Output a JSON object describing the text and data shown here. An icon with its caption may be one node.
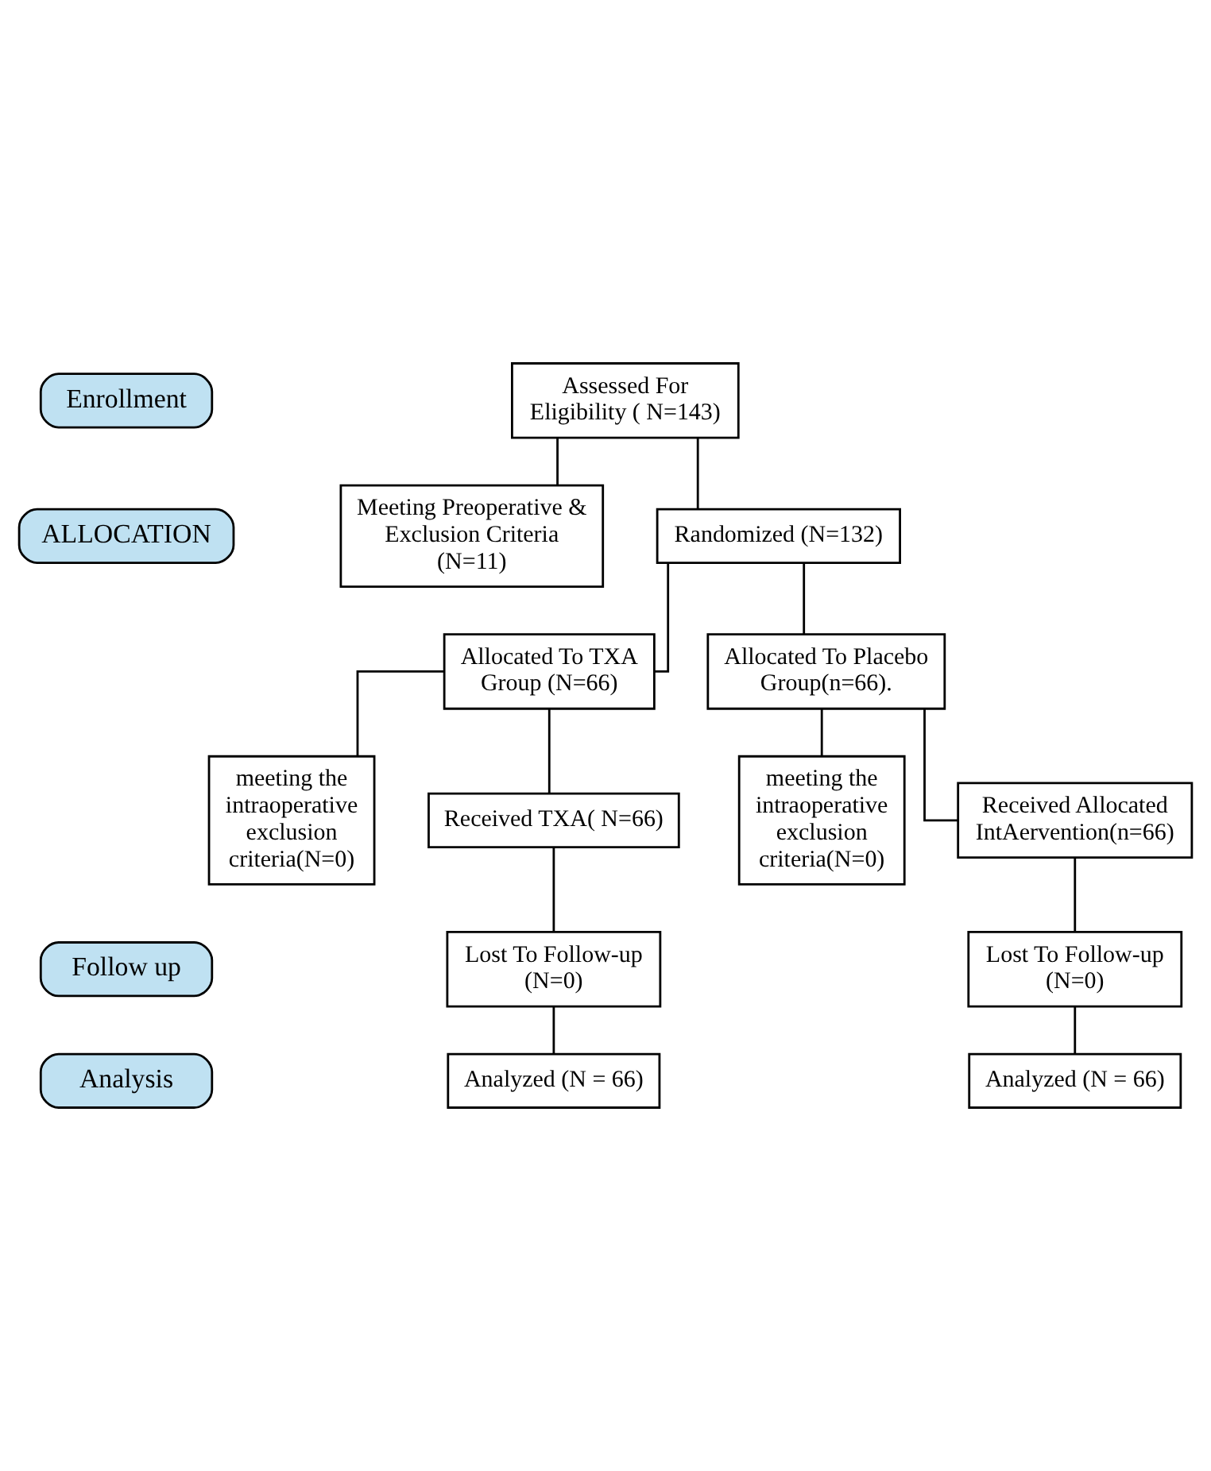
{
  "diagram": {
    "nodes": [
      {
        "text": [
          "Enrollment"
        ]
      },
      {
        "text": [
          "Assessed For Eligibility ( N=143)"
        ]
      },
      {
        "text": [
          "Meeting Preoperative & Exclusion Criteria (N=11)"
        ]
      },
      {
        "text": [
          "Randomized (N=132)"
        ]
      },
      {
        "text": [
          "ALLOCATION"
        ]
      },
      {
        "text": [
          "Allocated To TXA Group (N=66)"
        ]
      },
      {
        "text": [
          "Allocated To Placebo Group(n=66)."
        ]
      },
      {
        "text": [
          "meeting the intraoperative exclusion criteria(N=0)"
        ]
      },
      {
        "text": [
          "meeting the intraoperative exclusion criteria(N=0)"
        ]
      },
      {
        "text": [
          "Received TXA( N=66)"
        ]
      },
      {
        "text": [
          "Received Allocated IntAervention(n=66)"
        ]
      },
      {
        "text": [
          "Follow up"
        ]
      },
      {
        "text": [
          "Lost To Follow-up (N=0)"
        ]
      },
      {
        "text": [
          "Lost To Follow-up (N=0)"
        ]
      },
      {
        "text": [
          "Analysis"
        ]
      },
      {
        "text": [
          "Analyzed (N = 66)"
        ]
      },
      {
        "text": [
          "Analyzed (N = 66)"
        ]
      }
    ],
    "edges": [
      {
        "from": 1,
        "to": 3,
        "arrow": "none"
      },
      {
        "from": 1,
        "to": 2,
        "arrow": "none"
      },
      {
        "from": 3,
        "to": 5,
        "arrow": "none"
      },
      {
        "from": 3,
        "to": 6,
        "arrow": "none"
      },
      {
        "from": 5,
        "to": 9,
        "arrow": "none"
      },
      {
        "from": 5,
        "to": 7,
        "arrow": "none"
      },
      {
        "from": 6,
        "to": 10,
        "arrow": "none"
      },
      {
        "from": 6,
        "to": 8,
        "arrow": "none"
      },
      {
        "from": 9,
        "to": 12,
        "arrow": "none"
      },
      {
        "from": 12,
        "to": 15,
        "arrow": "none"
      },
      {
        "from": 10,
        "to": 13,
        "arrow": "none"
      },
      {
        "from": 13,
        "to": 16,
        "arrow": "none"
      }
    ]
  }
}
